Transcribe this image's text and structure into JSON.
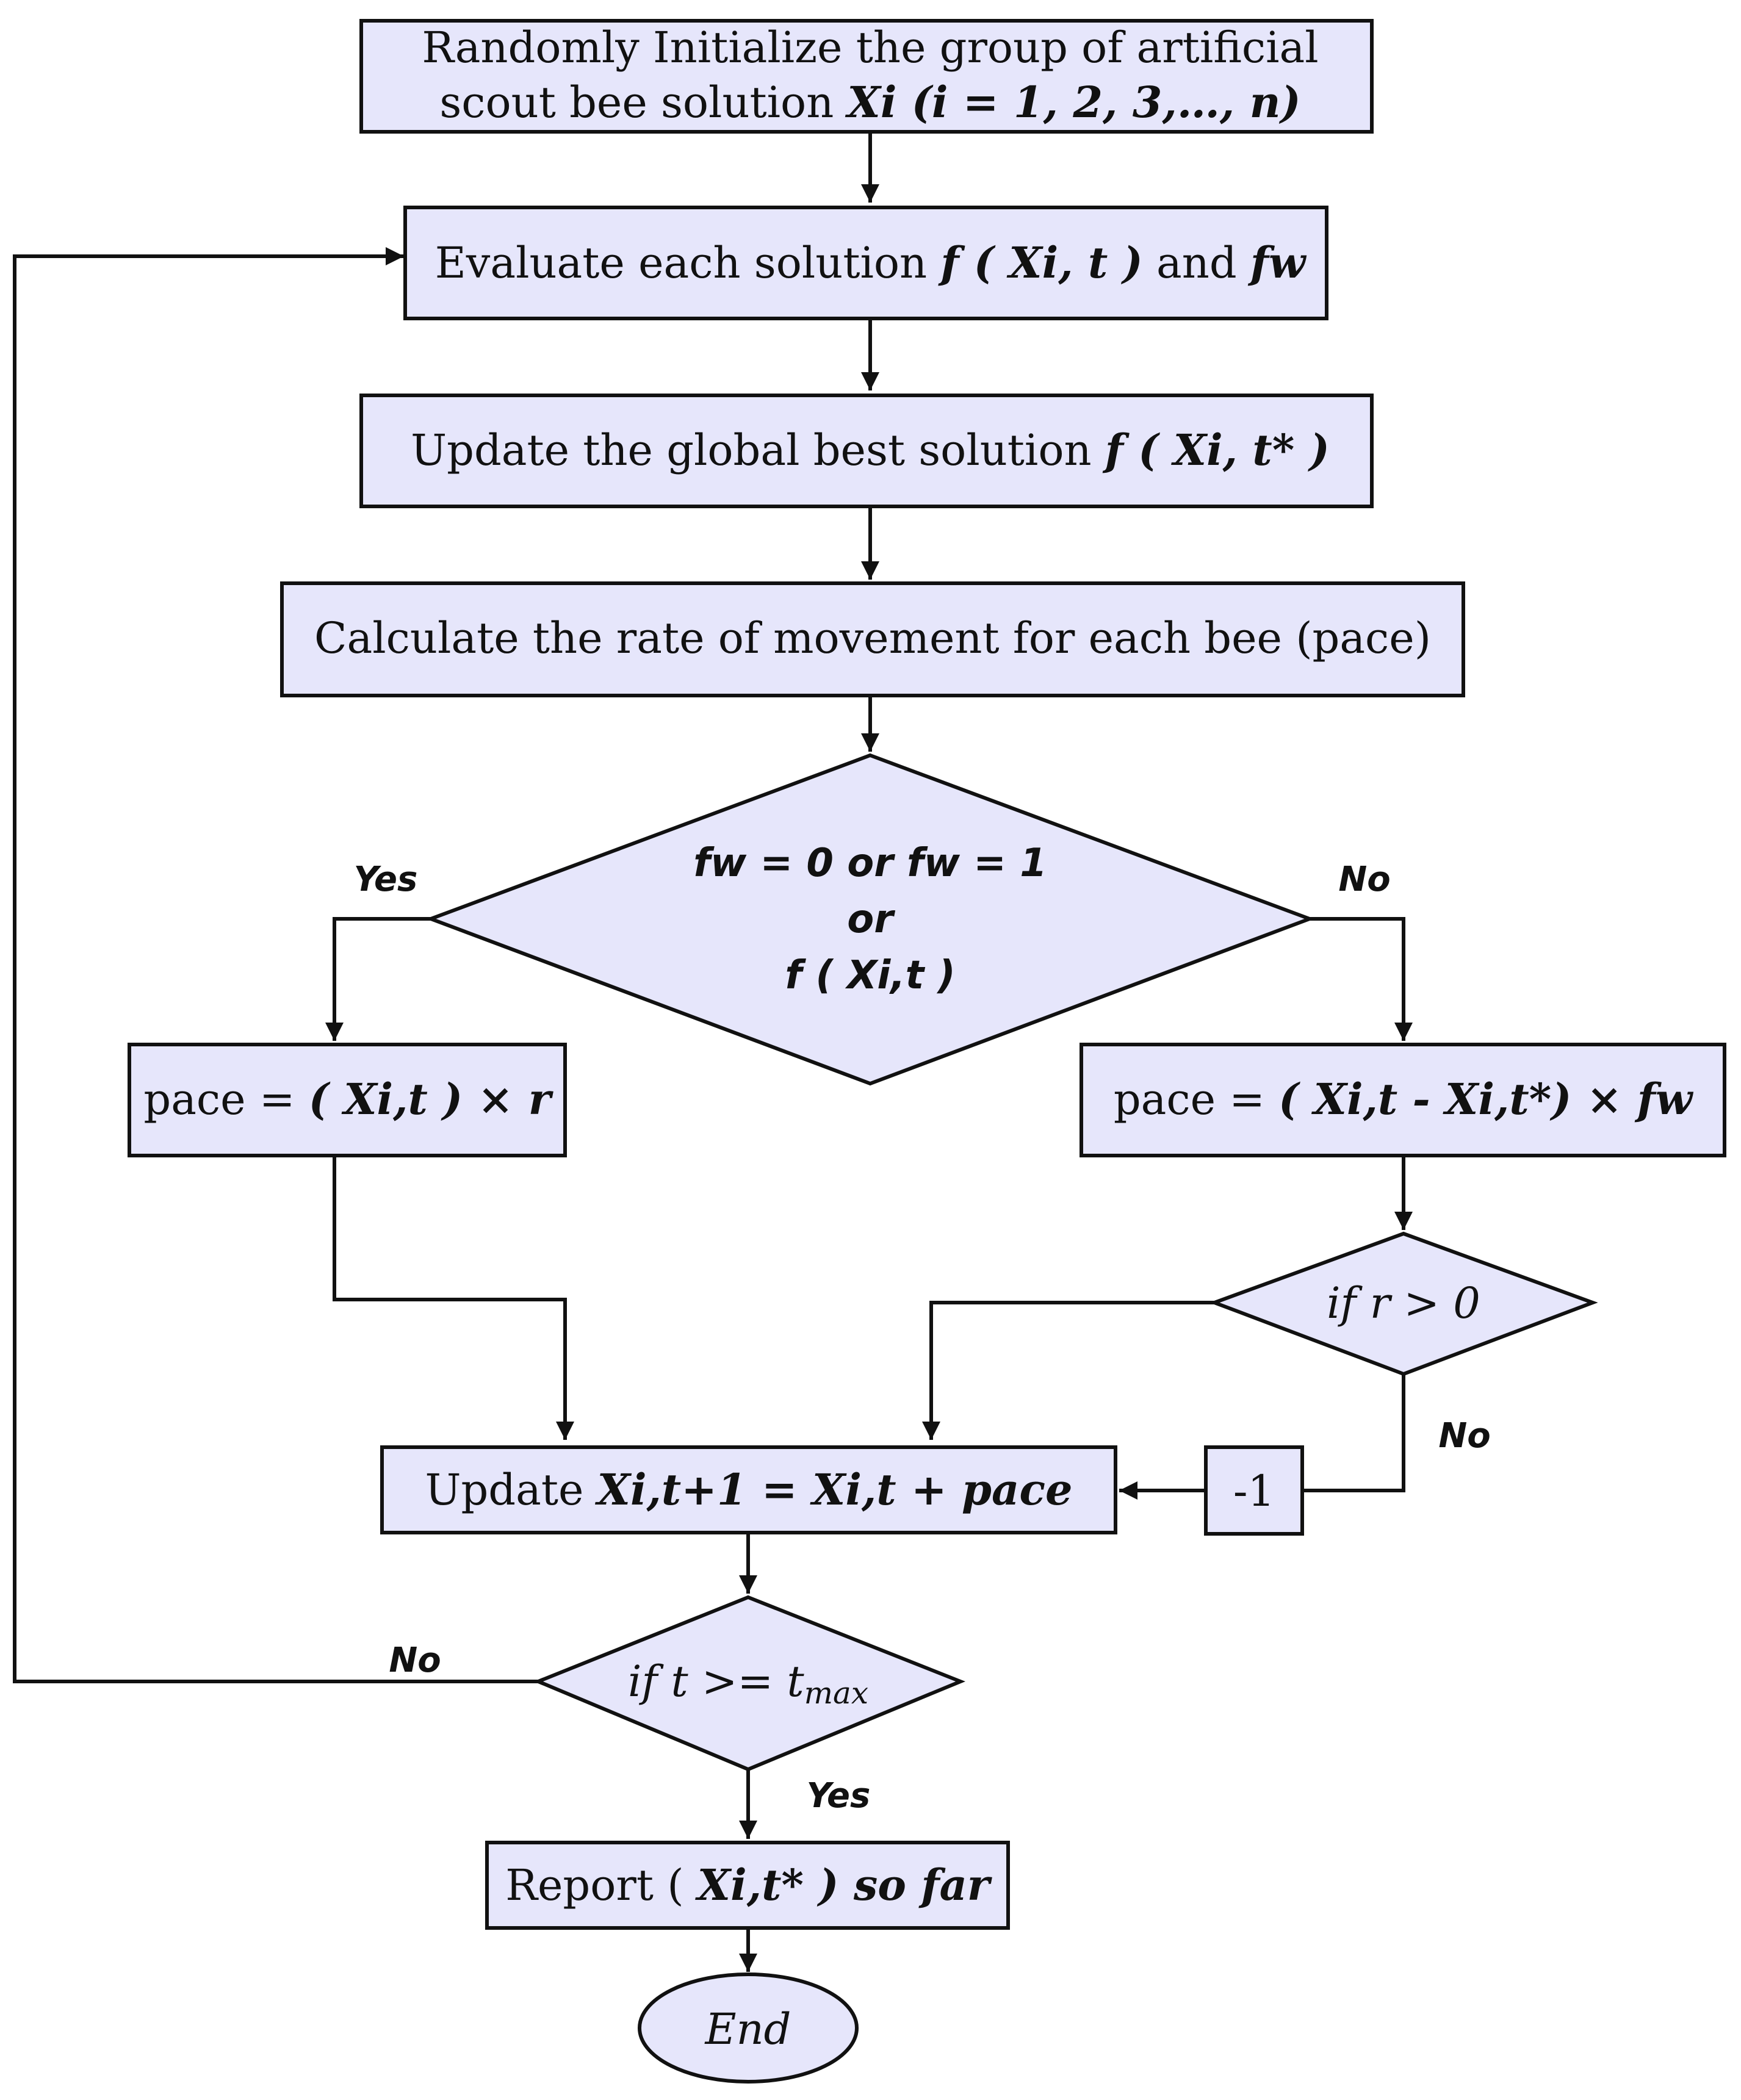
{
  "nodes": {
    "init": {
      "line1": "Randomly Initialize the group of artificial",
      "line2_plain": "scout bee solution ",
      "line2_var": "Xi (i = 1, 2, 3,…, n)"
    },
    "evaluate": {
      "plain1": "Evaluate each solution ",
      "var1": "f ( Xi, t )",
      "plain2": " and ",
      "var2": "fw"
    },
    "update_best": {
      "plain": "Update the global best solution ",
      "var": "f ( Xi, t* )"
    },
    "calc_rate": {
      "text": "Calculate the rate of movement for each bee (pace)"
    },
    "decision_fw": {
      "line1": "fw = 0  or  fw = 1",
      "line2": "or",
      "line3": "f ( Xi,t )"
    },
    "pace_yes": {
      "plain": "pace = ",
      "var": "( Xi,t ) ×  r"
    },
    "pace_no": {
      "plain": "pace = ",
      "var": "( Xi,t  -  Xi,t*) ×  fw"
    },
    "decision_r": {
      "text": "if r > 0"
    },
    "neg_one": {
      "text": "-1"
    },
    "update_pos": {
      "plain": "Update  ",
      "var": "Xi,t+1 = Xi,t + pace"
    },
    "decision_t": {
      "main": "if t >= t",
      "sub": "max"
    },
    "report": {
      "plain": "Report ( ",
      "var": "Xi,t* ) so far"
    },
    "end": {
      "text": "End"
    }
  },
  "edge_labels": {
    "fw_yes": "Yes",
    "fw_no": "No",
    "r_no": "No",
    "t_no": "No",
    "t_yes": "Yes"
  },
  "colors": {
    "fill": "#e6e6fb",
    "stroke": "#111111"
  }
}
